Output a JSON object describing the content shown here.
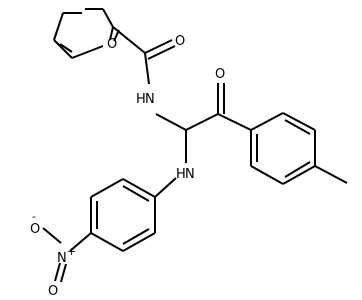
{
  "molecule": {
    "atoms": {
      "o_furan": "O",
      "o_amide": "O",
      "n_amide": "N",
      "h_amide": "H",
      "o_ketone": "O",
      "n_amine": "N",
      "h_amine": "H",
      "o_nitro_minus": "O",
      "minus_sign": "-",
      "n_nitro": "N",
      "plus_sign": "+",
      "o_nitro": "O"
    }
  }
}
